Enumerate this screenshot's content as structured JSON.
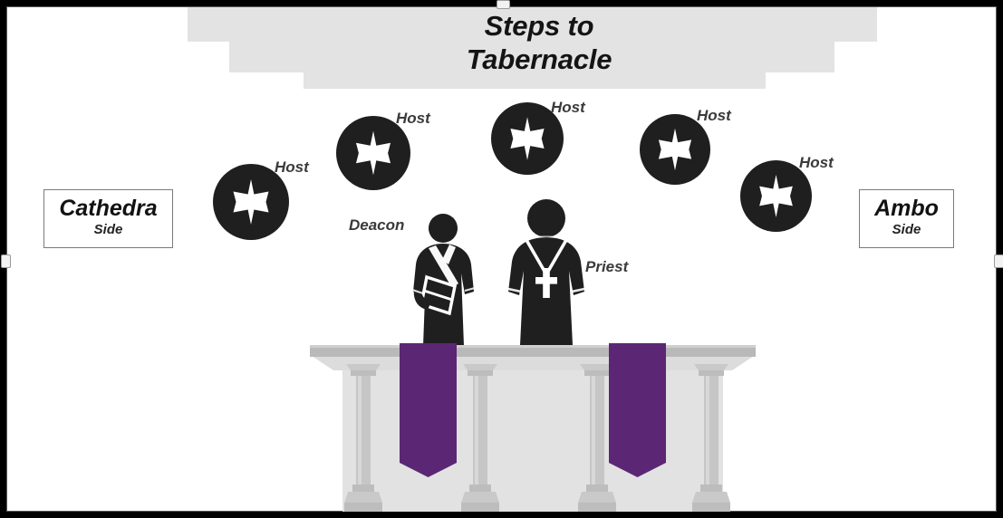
{
  "slide": {
    "title_line1": "Steps to",
    "title_line2": "Tabernacle",
    "title_full": "Steps to\nTabernacle"
  },
  "side_labels": {
    "left": {
      "name": "Cathedra",
      "sub": "Side"
    },
    "right": {
      "name": "Ambo",
      "sub": "Side"
    }
  },
  "hosts": [
    {
      "label": "Host"
    },
    {
      "label": "Host"
    },
    {
      "label": "Host"
    },
    {
      "label": "Host"
    },
    {
      "label": "Host"
    }
  ],
  "people": [
    {
      "label": "Deacon"
    },
    {
      "label": "Priest"
    }
  ],
  "icons": {
    "host_cross": "cross-icon",
    "pectoral_cross": "pectoral-cross-icon",
    "book": "book-icon",
    "stole": "stole-icon",
    "handle": "resize-handle-icon"
  },
  "colors": {
    "frame": "#000000",
    "step_gray": "#e3e3e3",
    "figure_dark": "#201f1f",
    "altar_body": "#e2e2e2",
    "altar_top": "#b9b9b9",
    "column_gray": "#c6c6c6",
    "banner_purple": "#5b2774",
    "label_gray": "#3a3a3a",
    "page_background": "#ffffff"
  },
  "altar": {
    "banners": 2,
    "columns": 4,
    "banner_color": "#5b2774"
  }
}
